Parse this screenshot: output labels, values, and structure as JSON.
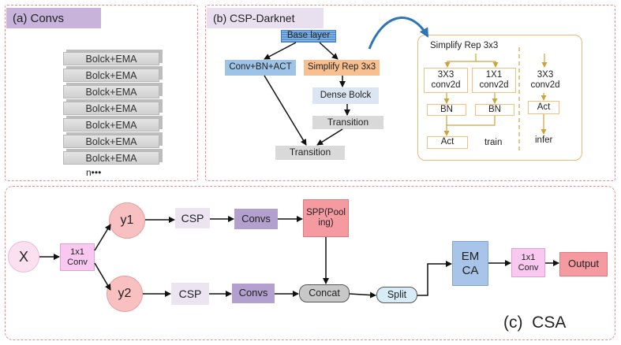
{
  "panel_a": {
    "title": "(a) Convs",
    "layers": [
      "Bolck+EMA",
      "Bolck+EMA",
      "Bolck+EMA",
      "Bolck+EMA",
      "Bolck+EMA",
      "Bolck+EMA",
      "Bolck+EMA"
    ],
    "n_label": "n•••"
  },
  "panel_b": {
    "title": "(b) CSP-Darknet",
    "base_layer": "Base layer",
    "conv_bn_act": "Conv+BN+ACT",
    "simplify_rep": "Simplify Rep 3x3",
    "dense_block": "Dense Bolck",
    "transition_inner": "Transition",
    "transition_outer": "Transition",
    "detail": {
      "title": "Simplify Rep 3x3",
      "conv3x3_train": "3X3\nconv2d",
      "conv1x1_train": "1X1\nconv2d",
      "bn1": "BN",
      "bn2": "BN",
      "act_train": "Act",
      "train_label": "train",
      "conv3x3_infer": "3X3\nconv2d",
      "act_infer": "Act",
      "infer_label": "infer"
    }
  },
  "panel_c": {
    "title": "(c)  CSA",
    "x_node": "X",
    "conv1x1_first": "1x1\nConv",
    "y1": "y1",
    "y2": "y2",
    "csp_top": "CSP",
    "convs_top": "Convs",
    "spp": "SPP(Pool\ning)",
    "csp_bottom": "CSP",
    "convs_bottom": "Convs",
    "concat": "Concat",
    "split": "Split",
    "emca": "EM\nCA",
    "conv1x1_second": "1x1\nConv",
    "output": "Output"
  },
  "colors": {
    "panel_border": "#f08a8a",
    "title_a_bg": "#c8b4da",
    "title_b_bg": "#e8e0ef",
    "base_layer_bg": "#6fa3d8",
    "conv_bn_act_bg": "#9dc3e6",
    "simplify_rep_bg": "#f8c090",
    "dense_block_bg": "#dce6f2",
    "transition_bg": "#d9d9d9",
    "detail_border": "#f0b870",
    "detail_arrow": "#c9a53a",
    "curved_arrow": "#2e75b6",
    "x_node_bg": "#fbe0f0",
    "y_node_bg": "#f8c0c0",
    "conv1x1_bg": "#f8c8f0",
    "csp_bg": "#ece4f0",
    "convs_bg": "#b4a0cf",
    "spp_bg": "#f49aa0",
    "concat_bg": "#c8c8c8",
    "split_bg": "#d8ecf8",
    "emca_bg": "#a8c4e8",
    "output_bg": "#f49aa0"
  }
}
